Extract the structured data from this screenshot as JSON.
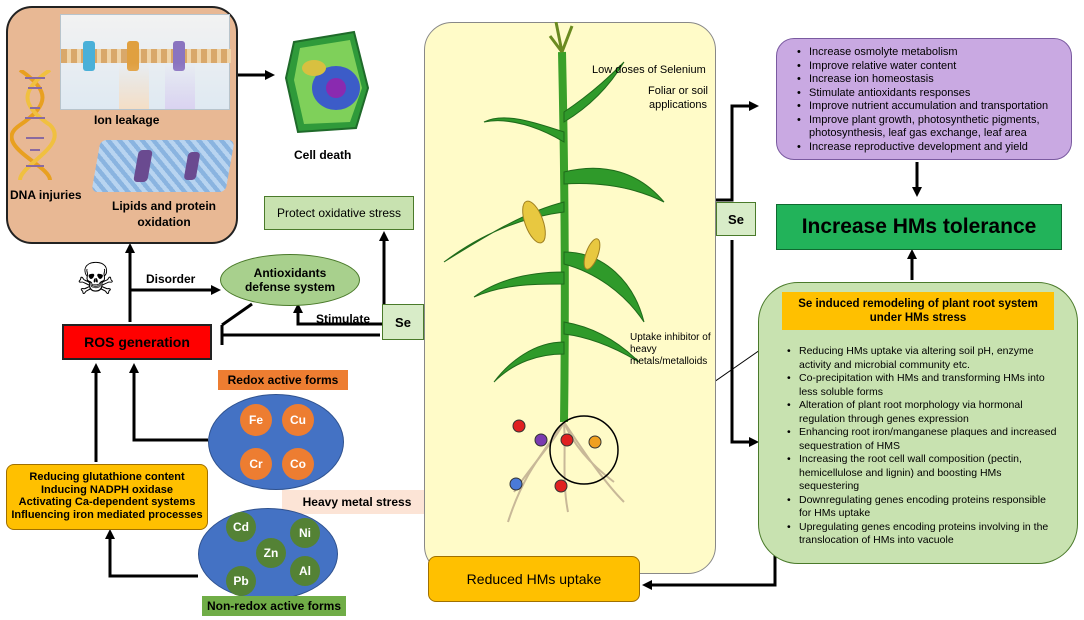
{
  "colors": {
    "damage_box": "#e8b894",
    "plant_panel": "#fffbc8",
    "benefits_box": "#c9a9e2",
    "tolerance_box": "#22b35a",
    "remodel_box": "#c8e2b0",
    "orange_box": "#ffc000",
    "ros_box": "#ff0000",
    "ellipse_blue": "#4472c4",
    "redox_circle": "#ed7d31",
    "nonredox_circle": "#548235",
    "heavy_metal_label": "#fce4d6",
    "se_box": "#d8ecc8"
  },
  "damage": {
    "ion_leakage": "Ion leakage",
    "dna_injuries": "DNA injuries",
    "lipids_protein": "Lipids and protein oxidation"
  },
  "cell_death": "Cell death",
  "protect_oxidative": "Protect oxidative stress",
  "disorder": "Disorder",
  "antioxidants": "Antioxidants defense system",
  "stimulate": "Stimulate",
  "se_labels": {
    "left": "Se",
    "right": "Se"
  },
  "ros_generation": "ROS generation",
  "redox_active": "Redox active forms",
  "redox_metals": [
    "Fe",
    "Cu",
    "Cr",
    "Co"
  ],
  "heavy_metal_stress": "Heavy metal stress",
  "non_redox_metals": [
    "Cd",
    "Ni",
    "Zn",
    "Pb",
    "Al"
  ],
  "non_redox_active": "Non-redox active forms",
  "glutathione_lines": [
    "Reducing glutathione content",
    "Inducing NADPH oxidase",
    "Activating Ca-dependent systems",
    "Influencing iron mediated processes"
  ],
  "plant": {
    "low_doses": "Low doses of Selenium",
    "foliar": "Foliar or soil applications",
    "uptake_inhibitor": "Uptake inhibitor of heavy metals/metalloids"
  },
  "benefits": [
    "Increase osmolyte metabolism",
    "Improve relative water content",
    "Increase ion homeostasis",
    "Stimulate antioxidants responses",
    "Improve nutrient accumulation and transportation",
    "Improve plant growth, photosynthetic pigments, photosynthesis, leaf gas exchange, leaf area",
    "Increase reproductive development and yield"
  ],
  "increase_tolerance": "Increase HMs tolerance",
  "remodel_title": "Se induced remodeling of plant root system under HMs stress",
  "remodel_items": [
    "Reducing HMs uptake via altering soil  pH, enzyme activity and microbial community etc.",
    "Co-precipitation with HMs and transforming HMs into less soluble forms",
    "Alteration of plant root morphology via hormonal regulation through genes expression",
    "Enhancing root iron/manganese plaques and increased sequestration of HMS",
    "Increasing the root cell wall  composition (pectin, hemicellulose and lignin) and boosting HMs sequestering",
    "Downregulating genes encoding proteins responsible for HMs uptake",
    "Upregulating genes encoding proteins involving in the translocation of HMs into vacuole"
  ],
  "reduced_uptake": "Reduced HMs uptake"
}
